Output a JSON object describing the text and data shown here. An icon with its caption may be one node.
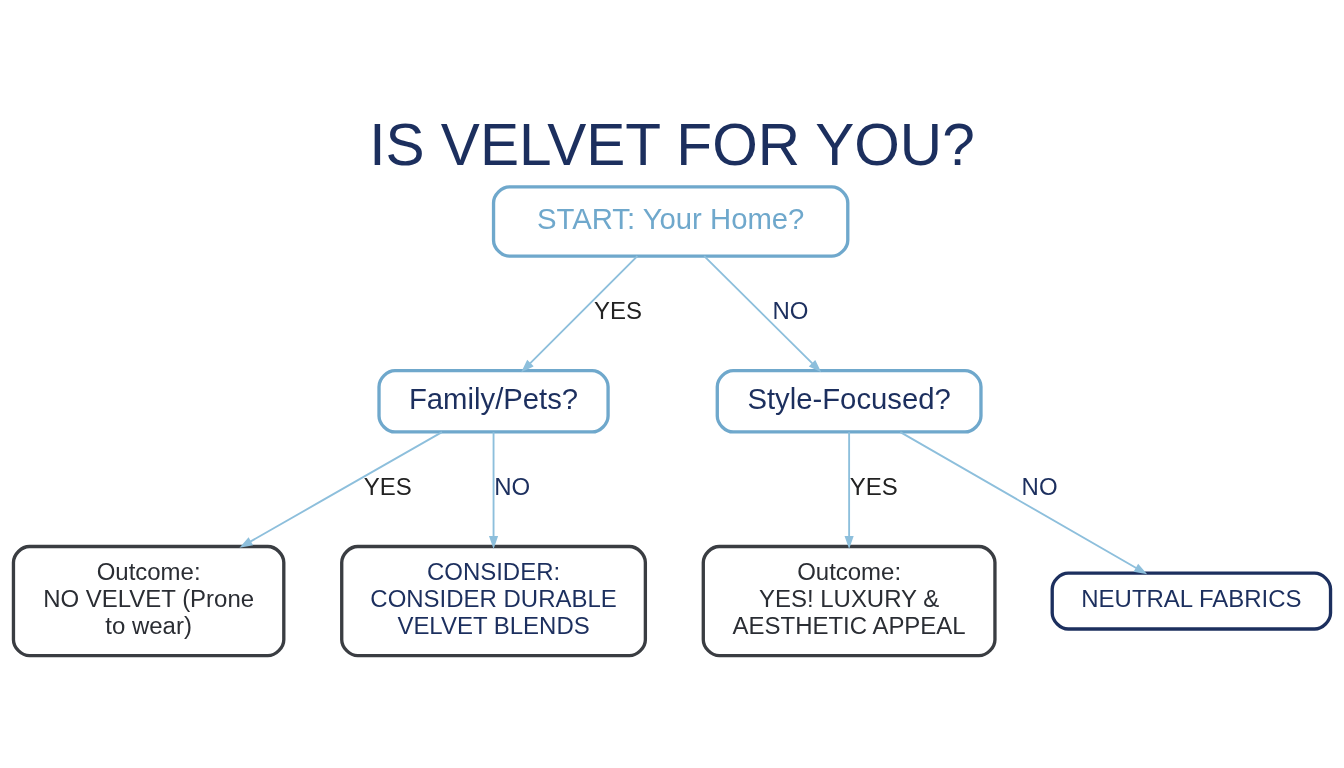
{
  "diagram": {
    "title": "IS VELVET FOR YOU?",
    "nodes": [
      {
        "text": [
          "START: Your Home?"
        ]
      },
      {
        "text": [
          "Family/Pets?"
        ]
      },
      {
        "text": [
          "Style-Focused?"
        ]
      },
      {
        "text": [
          "Outcome:",
          "NO VELVET (Prone to wear)"
        ]
      },
      {
        "text": [
          "CONSIDER:",
          "CONSIDER DURABLE VELVET BLENDS"
        ]
      },
      {
        "text": [
          "Outcome:",
          "YES! LUXURY & AESTHETIC APPEAL"
        ]
      },
      {
        "text": [
          "NEUTRAL FABRICS"
        ]
      }
    ],
    "edges": [
      {
        "from": 0,
        "to": 1,
        "arrow": "to",
        "label": "YES"
      },
      {
        "from": 0,
        "to": 2,
        "arrow": "to",
        "label": "NO"
      },
      {
        "from": 1,
        "to": 3,
        "arrow": "to",
        "label": "YES"
      },
      {
        "from": 1,
        "to": 4,
        "arrow": "to",
        "label": "NO"
      },
      {
        "from": 2,
        "to": 5,
        "arrow": "to",
        "label": "YES"
      },
      {
        "from": 2,
        "to": 6,
        "arrow": "to",
        "label": "NO"
      }
    ]
  }
}
